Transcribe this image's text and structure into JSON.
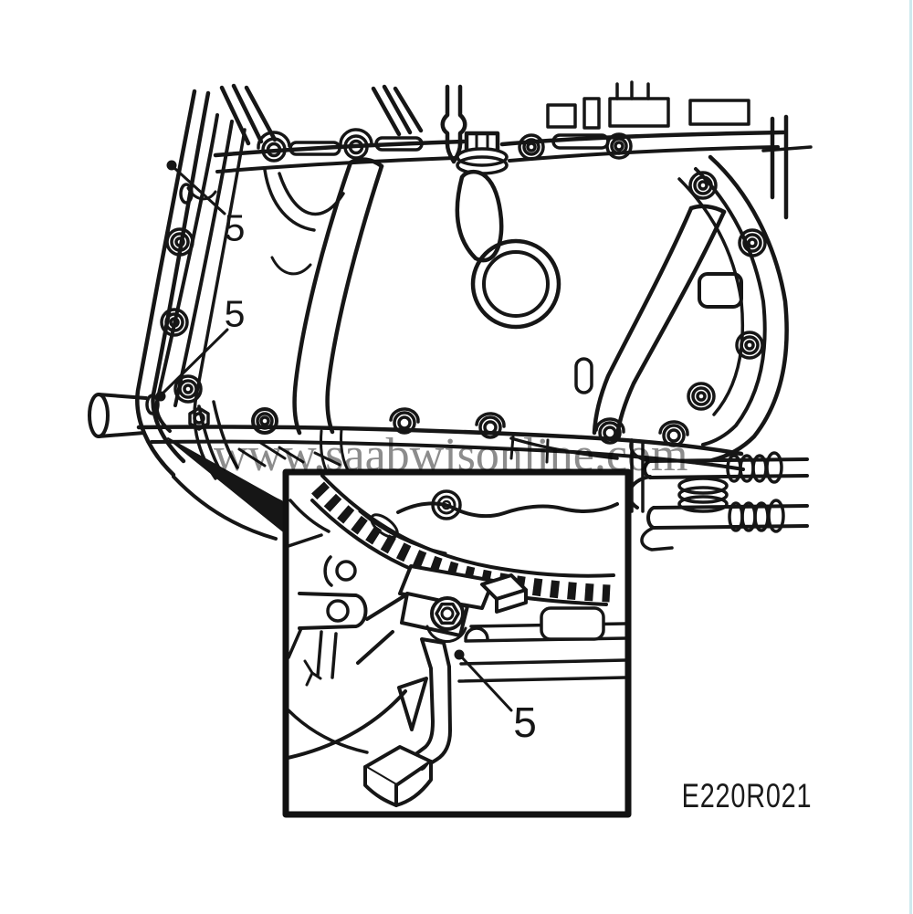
{
  "figure": {
    "watermark": "www.saabwisonline.com",
    "reference_code": "E220R021",
    "callouts": [
      {
        "label": "5"
      },
      {
        "label": "5"
      },
      {
        "label": "5"
      }
    ]
  },
  "colors": {
    "background": "#ffffff",
    "line": "#161616",
    "watermark": "#8c8c8c",
    "scan_edge": "#cfe9ee"
  }
}
